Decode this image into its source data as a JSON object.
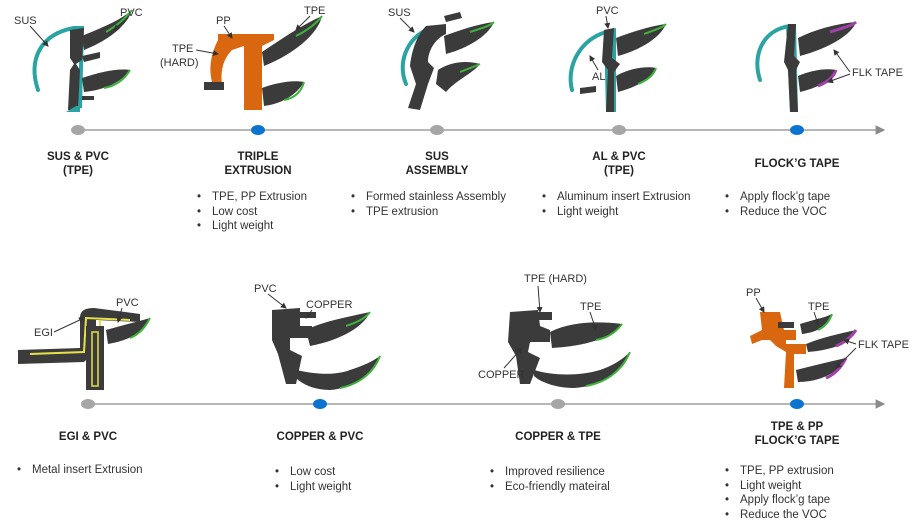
{
  "rows": [
    {
      "items": [
        {
          "id": "sus-pvc",
          "title": [
            "SUS & PVC",
            "(TPE)"
          ],
          "bullets": [],
          "labels": [
            "SUS",
            "PVC"
          ],
          "dot": "gray"
        },
        {
          "id": "triple-extrusion",
          "title": [
            "TRIPLE",
            "EXTRUSION"
          ],
          "bullets": [
            "TPE, PP Extrusion",
            "Low cost",
            "Light weight"
          ],
          "labels": [
            "PP",
            "TPE",
            "TPE",
            "(HARD)"
          ],
          "dot": "blue"
        },
        {
          "id": "sus-assembly",
          "title": [
            "SUS",
            "ASSEMBLY"
          ],
          "bullets": [
            "Formed stainless Assembly",
            "TPE extrusion"
          ],
          "labels": [
            "SUS"
          ],
          "dot": "gray"
        },
        {
          "id": "al-pvc",
          "title": [
            "AL & PVC",
            "(TPE)"
          ],
          "bullets": [
            "Aluminum insert Extrusion",
            "Light weight"
          ],
          "labels": [
            "PVC",
            "AL"
          ],
          "dot": "gray"
        },
        {
          "id": "flock-tape",
          "title": [
            "FLOCK’G TAPE"
          ],
          "bullets": [
            "Apply flock’g tape",
            "Reduce the VOC"
          ],
          "labels": [
            "FLK TAPE"
          ],
          "dot": "blue"
        }
      ]
    },
    {
      "items": [
        {
          "id": "egi-pvc",
          "title": [
            "EGI & PVC"
          ],
          "bullets": [
            "Metal insert Extrusion"
          ],
          "labels": [
            "PVC",
            "EGI"
          ],
          "dot": "gray"
        },
        {
          "id": "copper-pvc",
          "title": [
            "COPPER & PVC"
          ],
          "bullets": [
            "Low cost",
            "Light weight"
          ],
          "labels": [
            "PVC",
            "COPPER"
          ],
          "dot": "blue"
        },
        {
          "id": "copper-tpe",
          "title": [
            "COPPER & TPE"
          ],
          "bullets": [
            "Improved resilience",
            "Eco-friendly mateiral"
          ],
          "labels": [
            "TPE (HARD)",
            "TPE",
            "COPPER"
          ],
          "dot": "gray"
        },
        {
          "id": "tpe-pp-flock",
          "title": [
            "TPE & PP",
            "FLOCK’G TAPE"
          ],
          "bullets": [
            "TPE, PP extrusion",
            "Light weight",
            "Apply flock’g tape",
            "Reduce the VOC"
          ],
          "labels": [
            "PP",
            "TPE",
            "FLK TAPE"
          ],
          "dot": "blue"
        }
      ]
    }
  ],
  "colors": {
    "dark": "#3b3b3b",
    "steel": "#2aa3a3",
    "pp": "#d9670f",
    "green": "#3db33d",
    "flock": "#a23fa8",
    "yellow": "#e8e04a",
    "axis": "#8a8a8a",
    "dot_gray": "#a6a6a6",
    "dot_blue": "#0b73d0"
  }
}
